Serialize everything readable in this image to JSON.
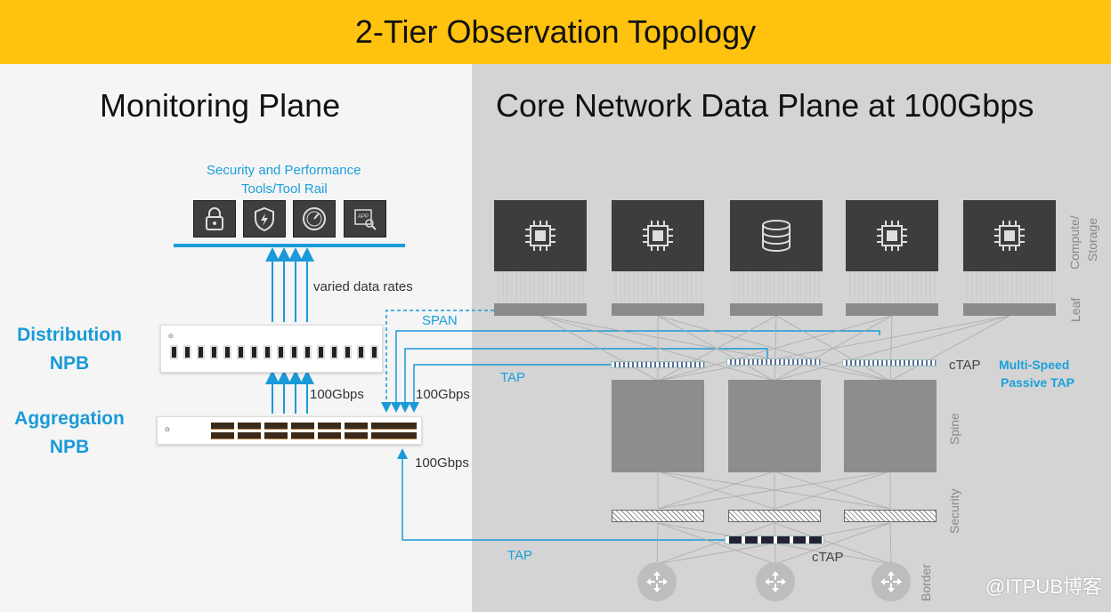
{
  "title": "2-Tier Observation Topology",
  "left_panel": {
    "title": "Monitoring Plane",
    "tool_rail_label_line1": "Security and Performance",
    "tool_rail_label_line2": "Tools/Tool Rail",
    "tools": [
      {
        "icon": "lock-icon"
      },
      {
        "icon": "shield-icon"
      },
      {
        "icon": "gauge-icon"
      },
      {
        "icon": "app-search-icon"
      }
    ],
    "varied_rates": "varied data rates",
    "distribution_npb_line1": "Distribution",
    "distribution_npb_line2": "NPB",
    "aggregation_npb_line1": "Aggregation",
    "aggregation_npb_line2": "NPB",
    "rate_dist_to_agg": "100Gbps",
    "rate_into_agg": "100Gbps",
    "rate_below_agg": "100Gbps",
    "span_label": "SPAN",
    "tap_label_upper": "TAP",
    "tap_label_lower": "TAP"
  },
  "right_panel": {
    "title": "Core Network Data Plane at 100Gbps",
    "compute_nodes": [
      {
        "icon": "cpu-chip-icon"
      },
      {
        "icon": "cpu-chip-icon"
      },
      {
        "icon": "database-icon"
      },
      {
        "icon": "cpu-chip-icon"
      },
      {
        "icon": "cpu-chip-icon"
      }
    ],
    "layer_compute": "Compute/",
    "layer_storage": "Storage",
    "layer_leaf": "Leaf",
    "layer_spine": "Spine",
    "layer_security": "Security",
    "layer_border": "Border",
    "ctap_upper": "cTAP",
    "ctap_lower": "cTAP",
    "multi_speed_line1": "Multi-Speed",
    "multi_speed_line2": "Passive TAP"
  },
  "watermark": "@ITPUB博客",
  "colors": {
    "banner": "#ffc20e",
    "accent_blue": "#1aa0dc",
    "dark_box": "#3d3d3d"
  }
}
